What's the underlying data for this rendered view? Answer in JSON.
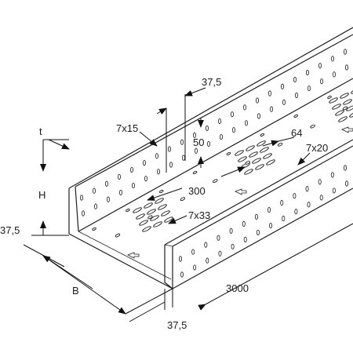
{
  "labels": {
    "t": "t",
    "h": "H",
    "b": "B",
    "dim_37_5_top": "37,5",
    "dim_37_5_left": "37,5",
    "dim_37_5_bottom": "37,5",
    "dim_7x15": "7x15",
    "dim_50": "50",
    "dim_64": "64",
    "dim_7x20": "7x20",
    "dim_300": "300",
    "dim_7x33": "7x33",
    "dim_3000": "3000"
  },
  "colors": {
    "line": "#1e1e1e",
    "background": "#ffffff"
  },
  "icons": [
    "arrow-symbol-icon",
    "perforation-hole-icon"
  ]
}
